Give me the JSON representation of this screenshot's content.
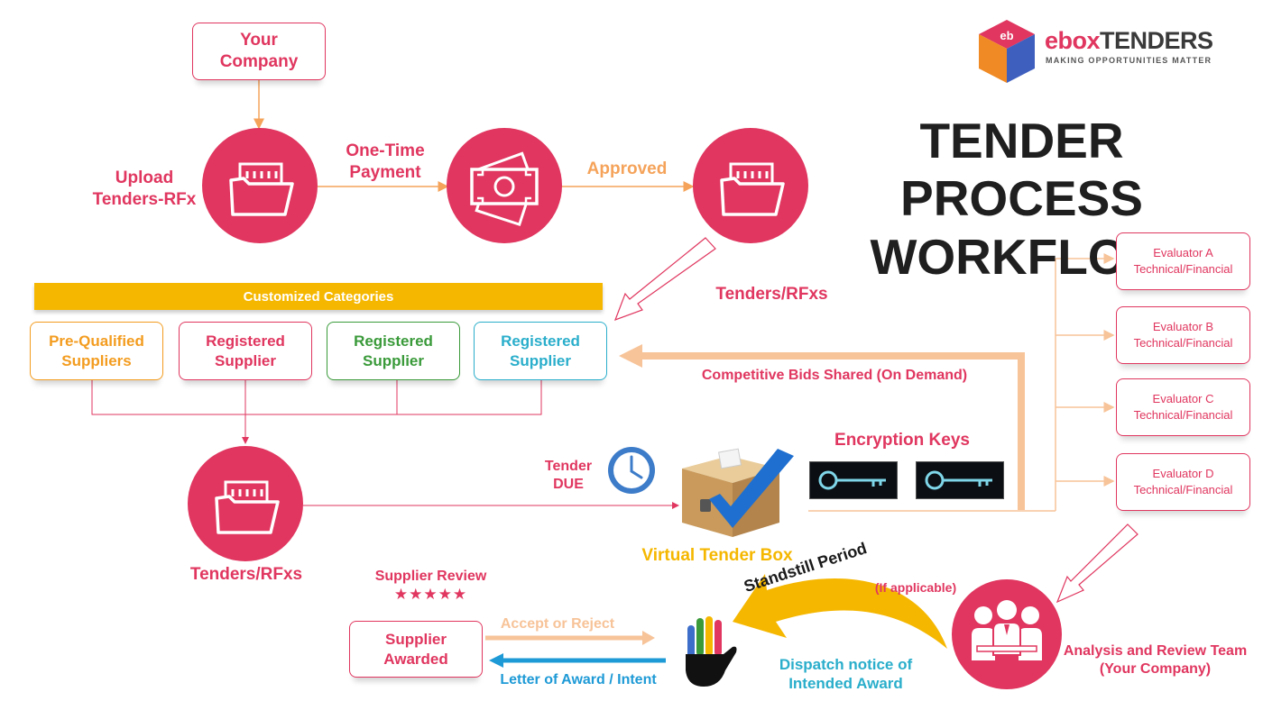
{
  "brand": {
    "name_prefix": "ebox",
    "name_suffix": "TENDERS",
    "tagline": "MAKING OPPORTUNITIES MATTER",
    "logo_letters": "eb"
  },
  "title": {
    "line1": "TENDER PROCESS",
    "line2": "WORKFLOW"
  },
  "nodes": {
    "your_company": "Your Company",
    "upload": "Upload Tenders-RFx",
    "one_time_payment": "One-Time Payment",
    "approved": "Approved",
    "tenders_rfxs_top": "Tenders/RFxs",
    "tenders_rfxs_bottom": "Tenders/RFxs",
    "tender_due": "Tender DUE",
    "virtual_tender_box": "Virtual Tender Box",
    "encryption_keys": "Encryption Keys",
    "competitive_bids": "Competitive Bids Shared (On Demand)",
    "supplier_review": "Supplier Review",
    "rating_stars": "★★★★★",
    "supplier_awarded": "Supplier Awarded",
    "accept_reject": "Accept or Reject",
    "letter_of_award": "Letter of Award / Intent",
    "dispatch_notice": "Dispatch notice of Intended Award",
    "standstill": "Standstill Period",
    "if_applicable": "(If applicable)",
    "analysis_team": "Analysis and Review Team (Your Company)"
  },
  "categories": {
    "header": "Customized Categories",
    "items": [
      {
        "label": "Pre-Qualified Suppliers",
        "color": "#f39c1f"
      },
      {
        "label": "Registered Supplier",
        "color": "#e0365f"
      },
      {
        "label": "Registered Supplier",
        "color": "#3a9a3a"
      },
      {
        "label": "Registered Supplier",
        "color": "#2aaecb"
      }
    ]
  },
  "evaluators": [
    {
      "name": "Evaluator A",
      "role": "Technical/Financial"
    },
    {
      "name": "Evaluator B",
      "role": "Technical/Financial"
    },
    {
      "name": "Evaluator C",
      "role": "Technical/Financial"
    },
    {
      "name": "Evaluator D",
      "role": "Technical/Financial"
    }
  ],
  "colors": {
    "primary": "#e0365f",
    "orange": "#f5a35a",
    "peach": "#f7c398",
    "gold": "#f5b700",
    "blue": "#1e9ad6",
    "teal": "#2aaecb",
    "green": "#3a9a3a"
  }
}
